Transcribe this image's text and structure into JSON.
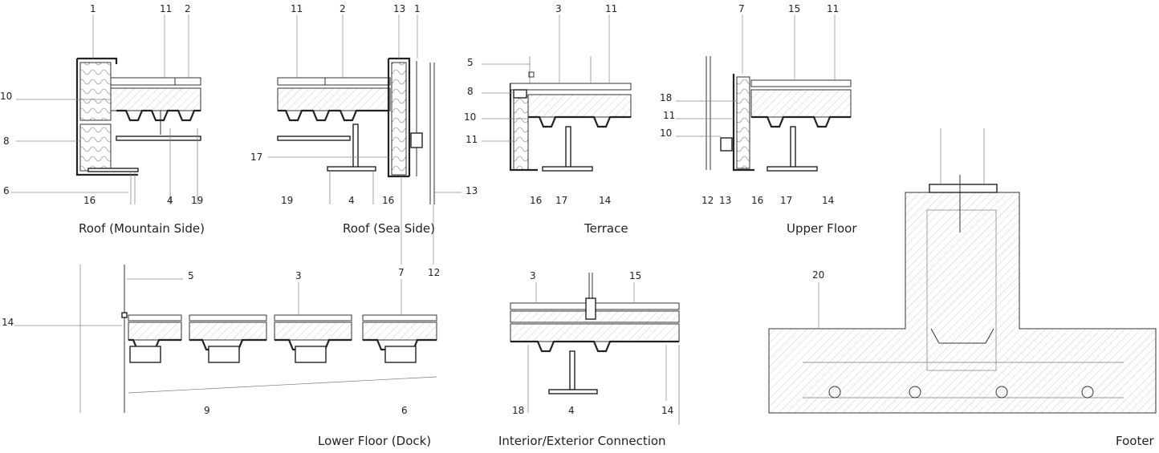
{
  "details": [
    {
      "id": "roof-mountain",
      "title": "Roof (Mountain Side)",
      "numbers": [
        "1",
        "11",
        "2",
        "10",
        "8",
        "6",
        "16",
        "4",
        "19"
      ]
    },
    {
      "id": "roof-sea",
      "title": "Roof (Sea Side)",
      "numbers": [
        "11",
        "2",
        "13",
        "1",
        "17",
        "19",
        "4",
        "16",
        "13",
        "7",
        "12"
      ]
    },
    {
      "id": "terrace",
      "title": "Terrace",
      "numbers": [
        "3",
        "11",
        "5",
        "8",
        "10",
        "11",
        "16",
        "17",
        "14"
      ]
    },
    {
      "id": "upper-floor",
      "title": "Upper Floor",
      "numbers": [
        "7",
        "15",
        "11",
        "18",
        "11",
        "10",
        "12",
        "13",
        "16",
        "17",
        "14"
      ]
    },
    {
      "id": "lower-floor",
      "title": "Lower Floor (Dock)",
      "numbers": [
        "5",
        "3",
        "7",
        "14",
        "9",
        "6",
        "12"
      ]
    },
    {
      "id": "interior-exterior",
      "title": "Interior/Exterior Connection",
      "numbers": [
        "3",
        "15",
        "18",
        "4",
        "14"
      ]
    },
    {
      "id": "footer",
      "title": "Footer",
      "numbers": [
        "20"
      ]
    }
  ],
  "colors": {
    "line": "#333333",
    "hatch": "#999999",
    "background": "#ffffff"
  }
}
